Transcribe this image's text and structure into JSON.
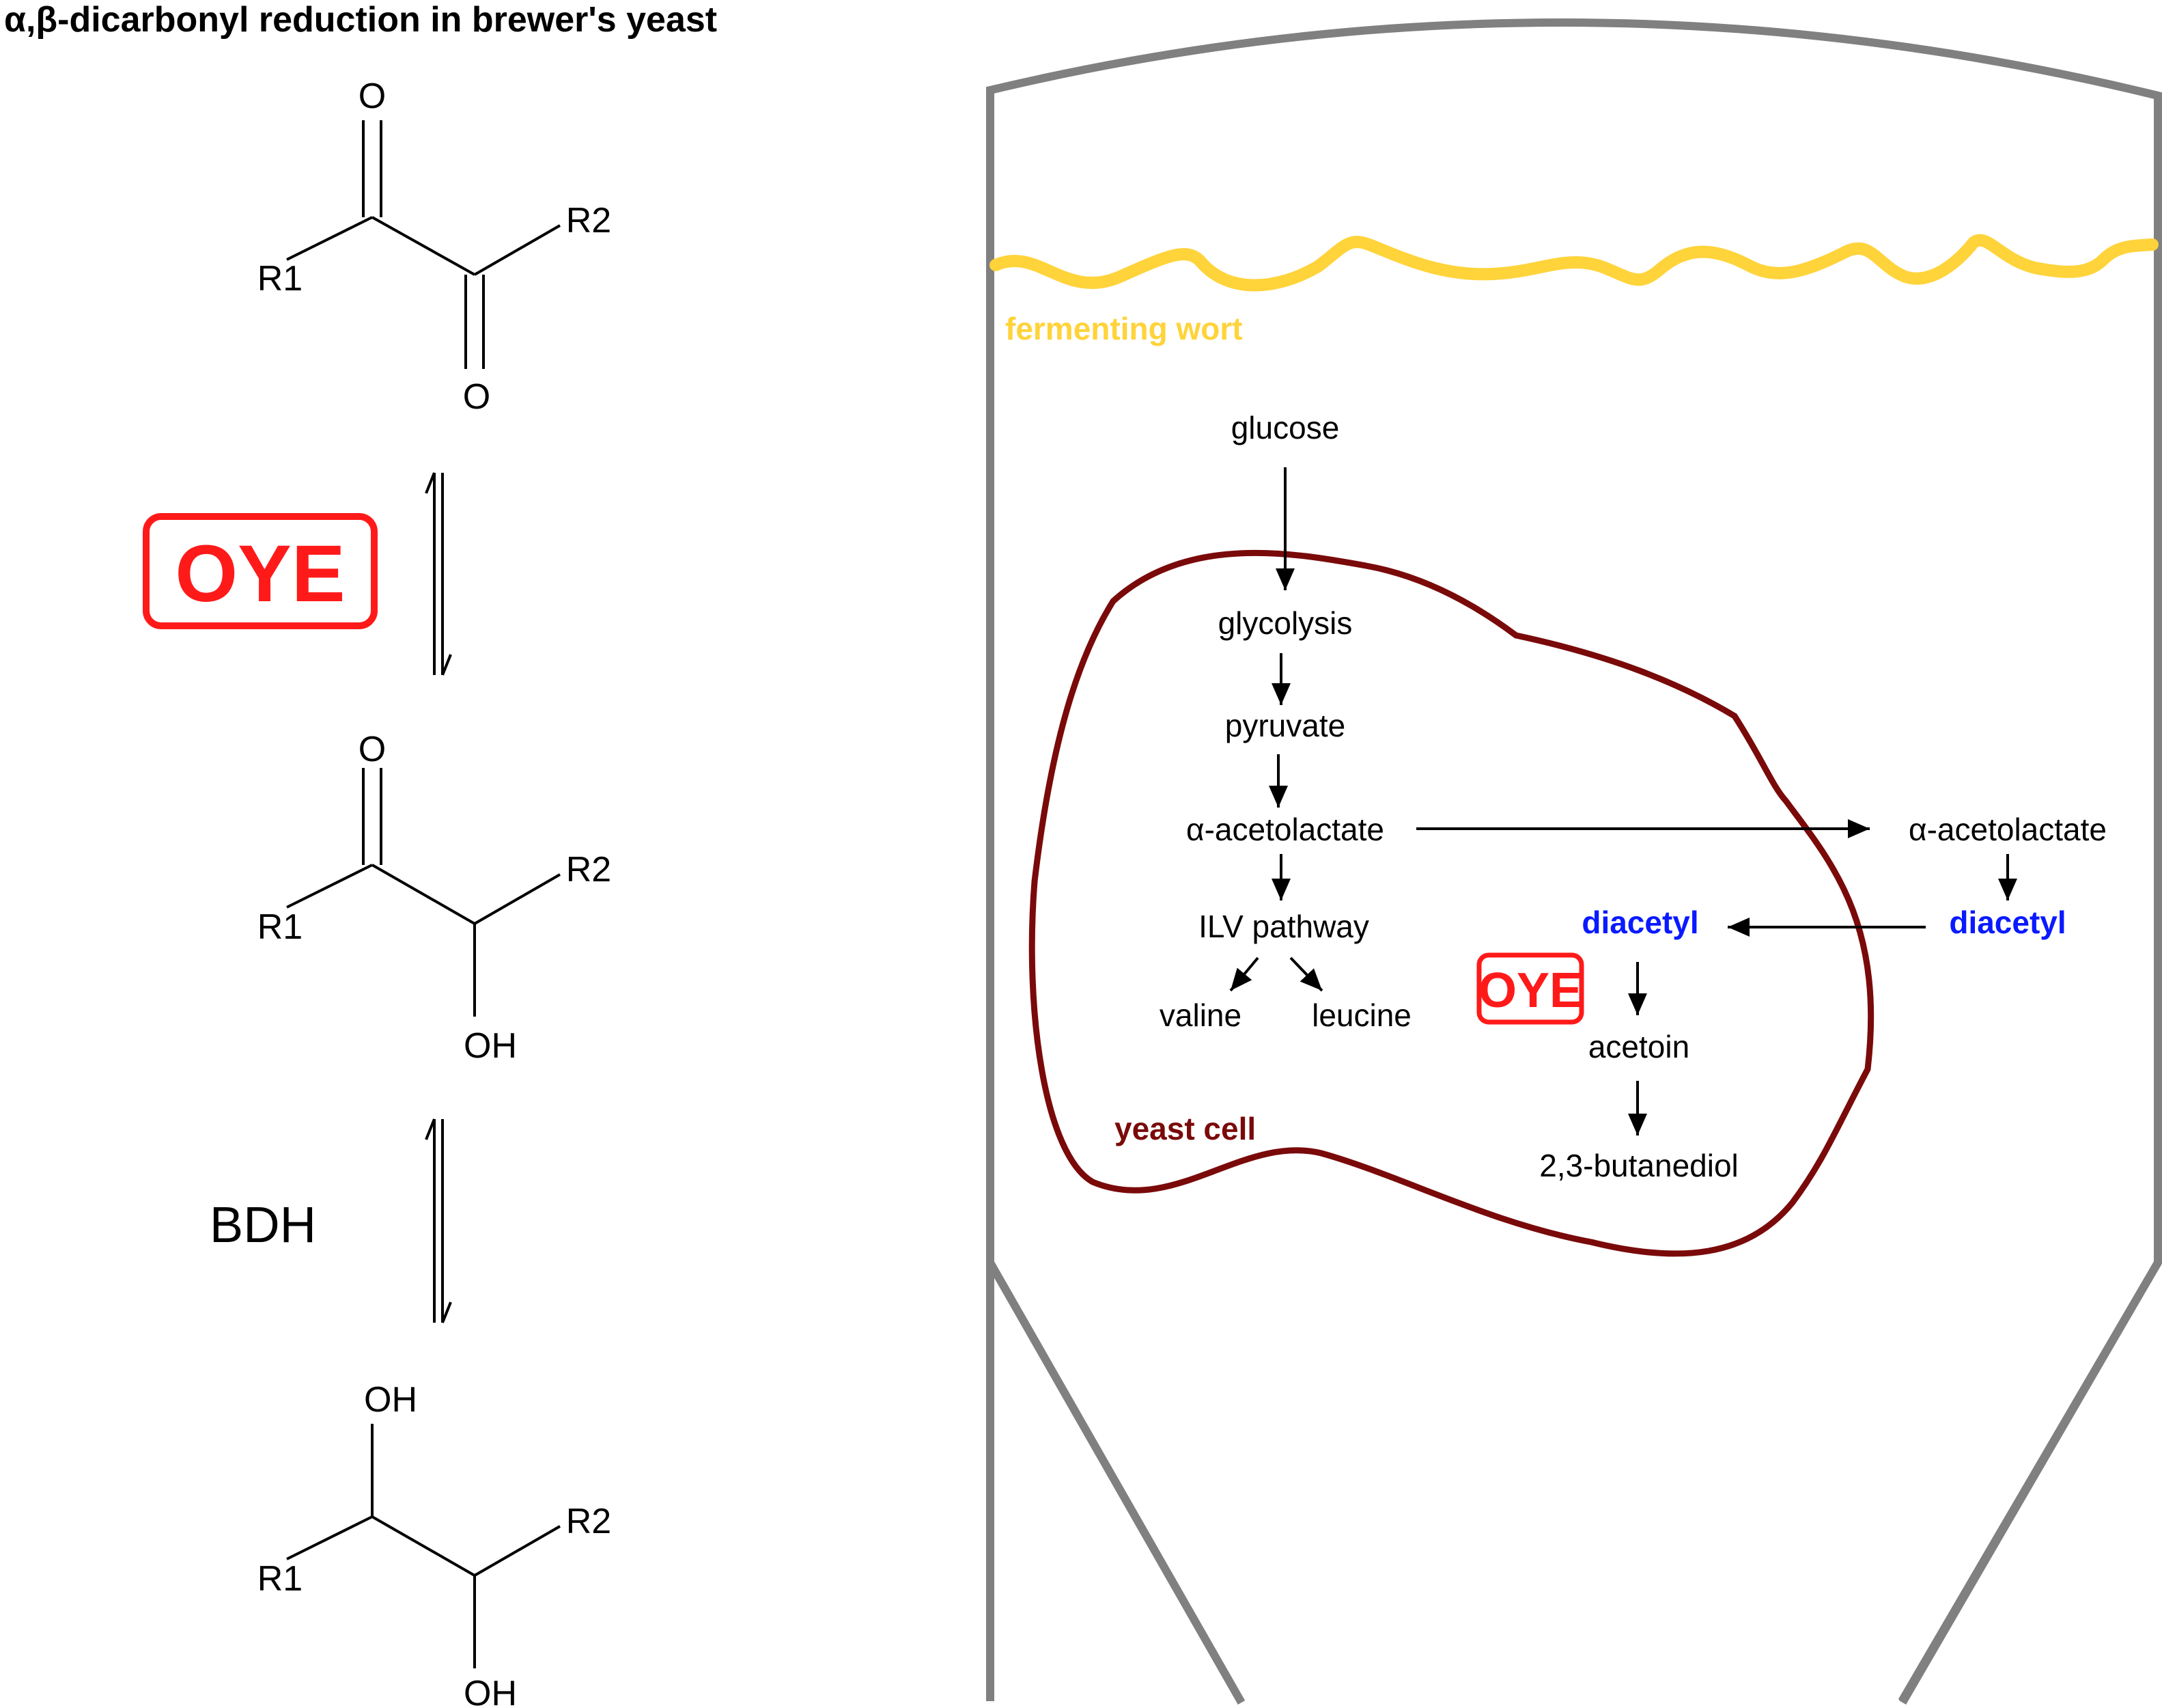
{
  "title": "α,β-dicarbonyl reduction in brewer's yeast",
  "colors": {
    "enzyme_red": "#ff1a1a",
    "vessel_gray": "#808080",
    "wort_yellow": "#ffd33a",
    "cell_border": "#7a0a0a",
    "diacetyl_blue": "#0a1aff",
    "ink": "#000000"
  },
  "reaction_scheme": {
    "diketone": {
      "o_top": "O",
      "o_bottom": "O",
      "r1": "R1",
      "r2": "R2"
    },
    "enzyme_1": "OYE",
    "hydroxyketone": {
      "o_top": "O",
      "oh": "OH",
      "r1": "R1",
      "r2": "R2"
    },
    "enzyme_2": "BDH",
    "diol": {
      "oh_top": "OH",
      "oh_bottom": "OH",
      "r1": "R1",
      "r2": "R2"
    }
  },
  "fermenter": {
    "wort_label": "fermenting wort",
    "cell_label": "yeast cell",
    "pathway": {
      "glucose": "glucose",
      "glycolysis": "glycolysis",
      "pyruvate": "pyruvate",
      "acetolactate_in": "α-acetolactate",
      "ilv": "ILV pathway",
      "valine": "valine",
      "leucine": "leucine",
      "acetolactate_out": "α-acetolactate",
      "diacetyl_out": "diacetyl",
      "diacetyl_in": "diacetyl",
      "enzyme": "OYE",
      "acetoin": "acetoin",
      "butanediol": "2,3-butanediol"
    }
  }
}
